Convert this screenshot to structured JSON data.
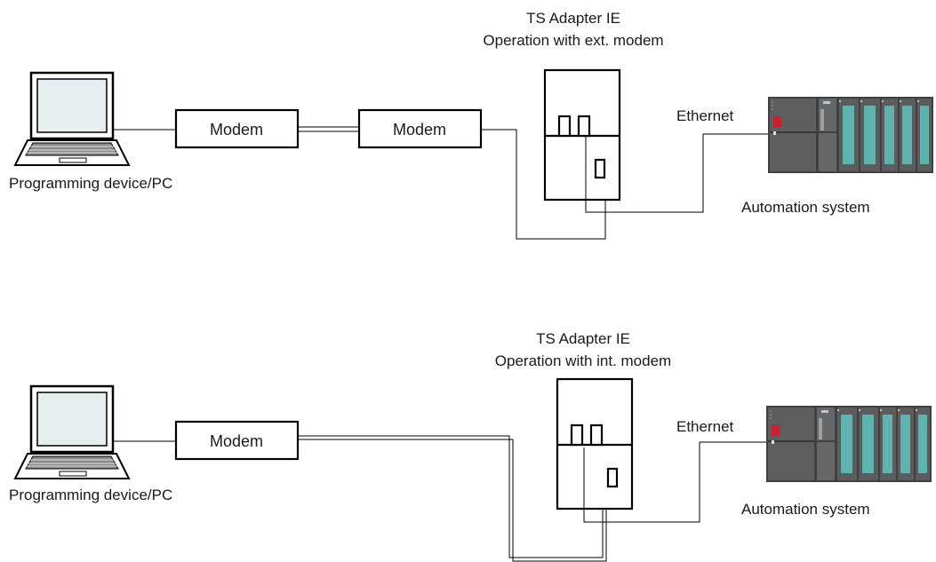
{
  "diagram_top": {
    "adapter_title": "TS Adapter IE",
    "adapter_subtitle": "Operation with ext. modem",
    "pc_label": "Programming device/PC",
    "modem_left_label": "Modem",
    "modem_right_label": "Modem",
    "ethernet_label": "Ethernet",
    "automation_label": "Automation system"
  },
  "diagram_bottom": {
    "adapter_title": "TS Adapter IE",
    "adapter_subtitle": "Operation with int. modem",
    "pc_label": "Programming device/PC",
    "modem_label": "Modem",
    "ethernet_label": "Ethernet",
    "automation_label": "Automation system"
  },
  "colors": {
    "line": "#000000",
    "screen": "#e6eef2",
    "plc_body": "#4d4f51",
    "plc_module": "#606264",
    "plc_io_stripe": "#5fb2ad",
    "plc_cpu_red": "#c8202e"
  }
}
